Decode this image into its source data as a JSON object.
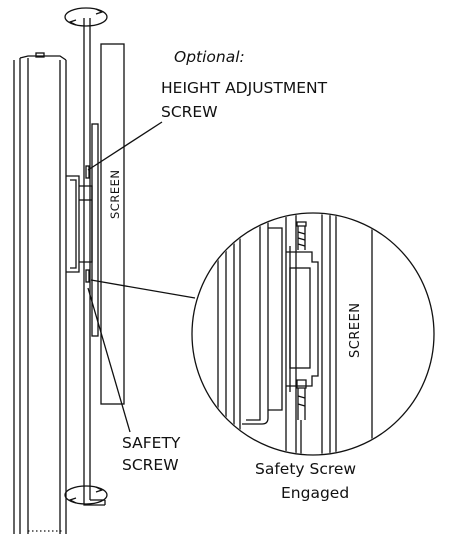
{
  "labels": {
    "optional": "Optional:",
    "height_line1": "HEIGHT ADJUSTMENT",
    "height_line2": "SCREW",
    "screen_main": "SCREEN",
    "screen_detail": "SCREEN",
    "safety_line1": "SAFETY",
    "safety_line2": "SCREW",
    "caption_line1": "Safety Screw",
    "caption_line2": "Engaged"
  },
  "icons": {
    "top": "rotate-arrow-icon",
    "bottom": "rotate-arrow-icon"
  },
  "colors": {
    "line": "#111111",
    "background": "#ffffff"
  }
}
